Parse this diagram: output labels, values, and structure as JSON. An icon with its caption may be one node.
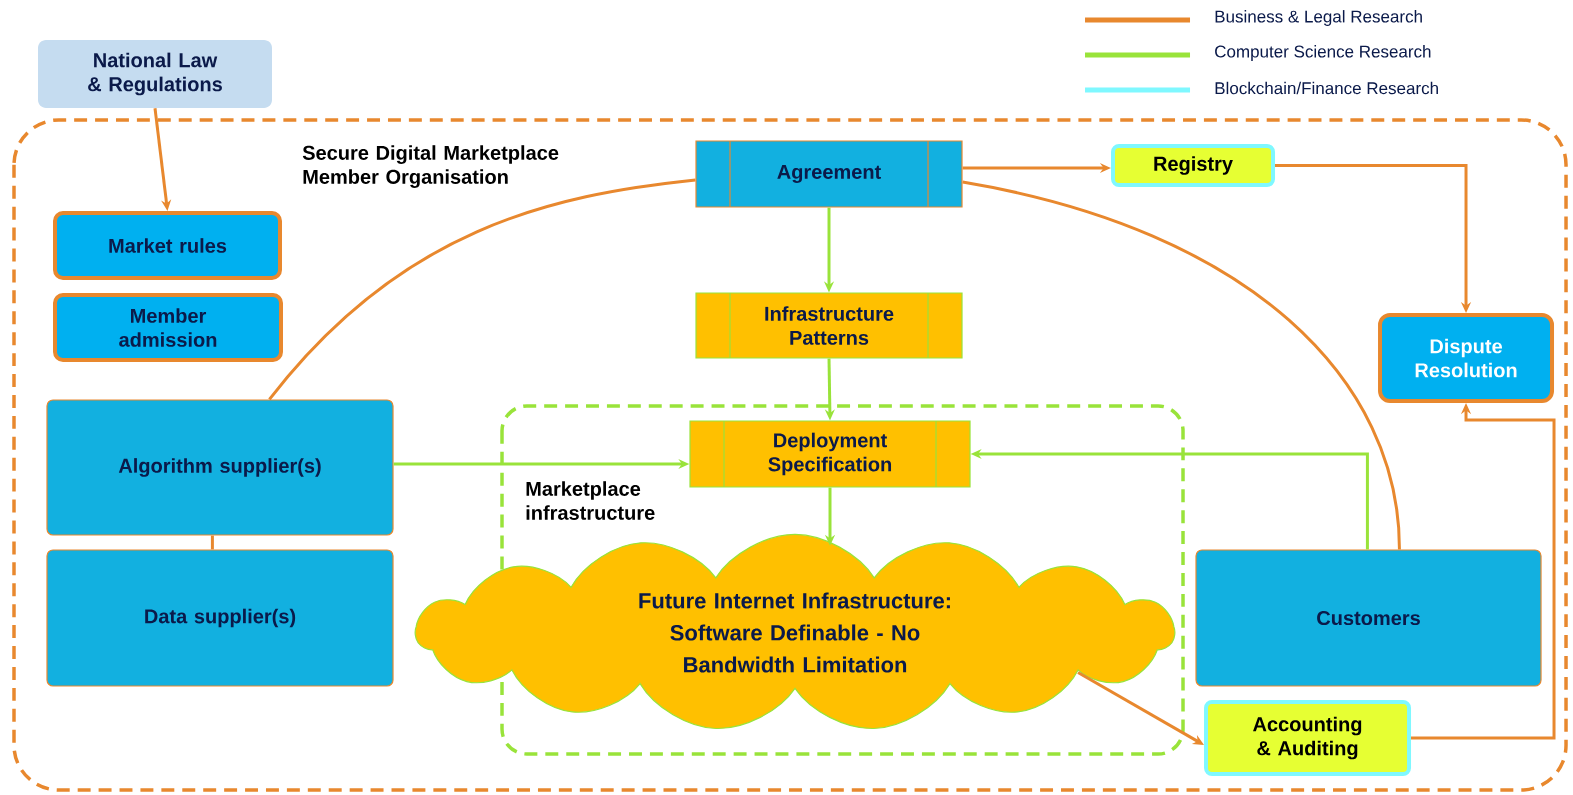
{
  "diagram": {
    "nodes": [
      {
        "text": [
          "National Law & Regulations"
        ]
      },
      {
        "text": [
          "Secure Digital Marketplace Member Organisation"
        ]
      },
      {
        "text": [
          "Market rules"
        ],
        "in": 1
      },
      {
        "text": [
          "Member admission"
        ],
        "in": 1
      },
      {
        "text": [
          "Agreement"
        ],
        "in": 1
      },
      {
        "text": [
          "Registry"
        ],
        "in": 1
      },
      {
        "text": [
          "Infrastructure Patterns"
        ],
        "in": 1
      },
      {
        "text": [
          "Dispute Resolution"
        ],
        "in": 1
      },
      {
        "text": [
          "Algorithm supplier(s)"
        ],
        "in": 1
      },
      {
        "text": [
          "Marketplace infrastructure"
        ],
        "in": 1
      },
      {
        "text": [
          "Deployment Specification"
        ],
        "in": 9
      },
      {
        "text": [
          "Data supplier(s)"
        ],
        "in": 1
      },
      {
        "text": [
          "Future Internet Infrastructure: Software Definable - No Bandwidth Limitation"
        ],
        "in": 1
      },
      {
        "text": [
          "Customers"
        ],
        "in": 1
      },
      {
        "text": [
          "Accounting & Auditing"
        ],
        "in": 1
      }
    ],
    "edges": [
      {
        "from": 0,
        "to": 2,
        "arrow": "to"
      },
      {
        "from": 4,
        "to": 5,
        "arrow": "to"
      },
      {
        "from": 5,
        "to": 7,
        "arrow": "to"
      },
      {
        "from": 4,
        "to": 6,
        "arrow": "to",
        "color": "#99e33a"
      },
      {
        "from": 6,
        "to": 10,
        "arrow": "to",
        "color": "#99e33a"
      },
      {
        "from": 8,
        "to": 10,
        "arrow": "to",
        "color": "#99e33a"
      },
      {
        "from": 13,
        "to": 10,
        "arrow": "to",
        "color": "#99e33a"
      },
      {
        "from": 10,
        "to": 12,
        "arrow": "to",
        "color": "#99e33a"
      },
      {
        "from": 8,
        "to": 4,
        "arrow": "none"
      },
      {
        "from": 4,
        "to": 13,
        "arrow": "none"
      },
      {
        "from": 8,
        "to": 11,
        "arrow": "none"
      },
      {
        "from": 12,
        "to": 14,
        "arrow": "to"
      },
      {
        "from": 14,
        "to": 7,
        "arrow": "to"
      }
    ],
    "legend": [
      {
        "text": "Business & Legal Research",
        "color": "#e8882e"
      },
      {
        "text": "Computer Science Research",
        "color": "#99e33a"
      },
      {
        "text": "Blockchain/Finance Research",
        "color": "#7ff8ff"
      }
    ]
  }
}
